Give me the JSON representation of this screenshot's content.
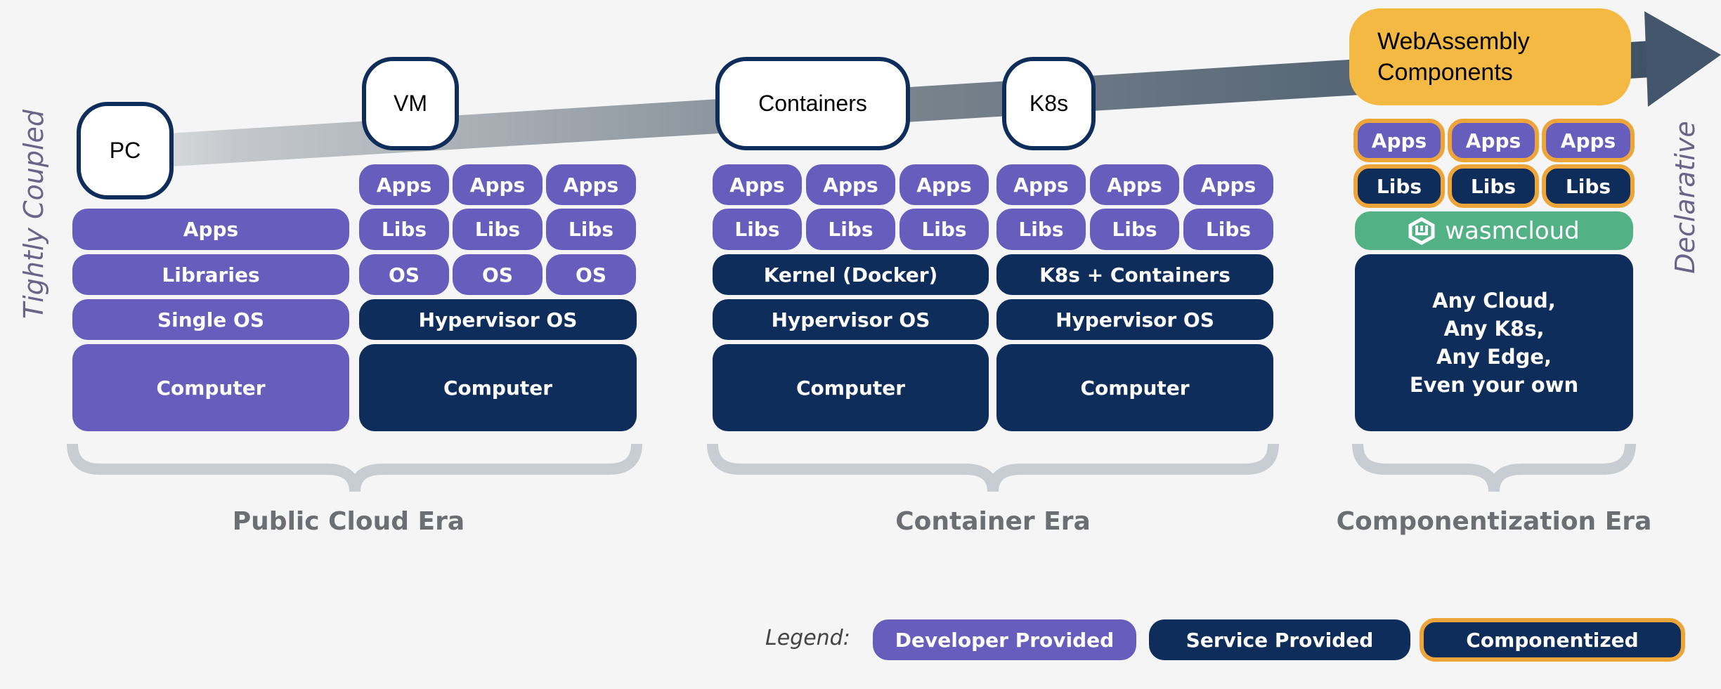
{
  "axis": {
    "left": "Tightly Coupled",
    "right": "Declarative"
  },
  "stages": {
    "pc": "PC",
    "vm": "VM",
    "containers": "Containers",
    "k8s": "K8s",
    "wasm": "WebAssembly Components"
  },
  "pc_stack": {
    "apps": "Apps",
    "libraries": "Libraries",
    "os": "Single OS",
    "computer": "Computer"
  },
  "vm_stack": {
    "apps": "Apps",
    "libs": "Libs",
    "os": "OS",
    "hypervisor": "Hypervisor OS",
    "computer": "Computer"
  },
  "containers_stack": {
    "apps": "Apps",
    "libs": "Libs",
    "kernel": "Kernel (Docker)",
    "hypervisor": "Hypervisor OS",
    "computer": "Computer"
  },
  "k8s_stack": {
    "apps": "Apps",
    "libs": "Libs",
    "k8s": "K8s + Containers",
    "hypervisor": "Hypervisor OS",
    "computer": "Computer"
  },
  "wasm_stack": {
    "apps": "Apps",
    "libs": "Libs",
    "platform_logo": "wasmcloud",
    "platform": "Any Cloud,\nAny K8s,\nAny Edge,\nEven your own"
  },
  "eras": {
    "public_cloud": "Public Cloud Era",
    "container": "Container Era",
    "componentization": "Componentization Era"
  },
  "legend": {
    "label": "Legend:",
    "developer": "Developer Provided",
    "service": "Service Provided",
    "componentized": "Componentized"
  },
  "colors": {
    "developer": "#665dbd",
    "service": "#0f2d5a",
    "componentized_border": "#eda53a",
    "wasm_tag": "#f4b942",
    "wasmcloud": "#52b286",
    "bracket": "#c8cdd3"
  }
}
